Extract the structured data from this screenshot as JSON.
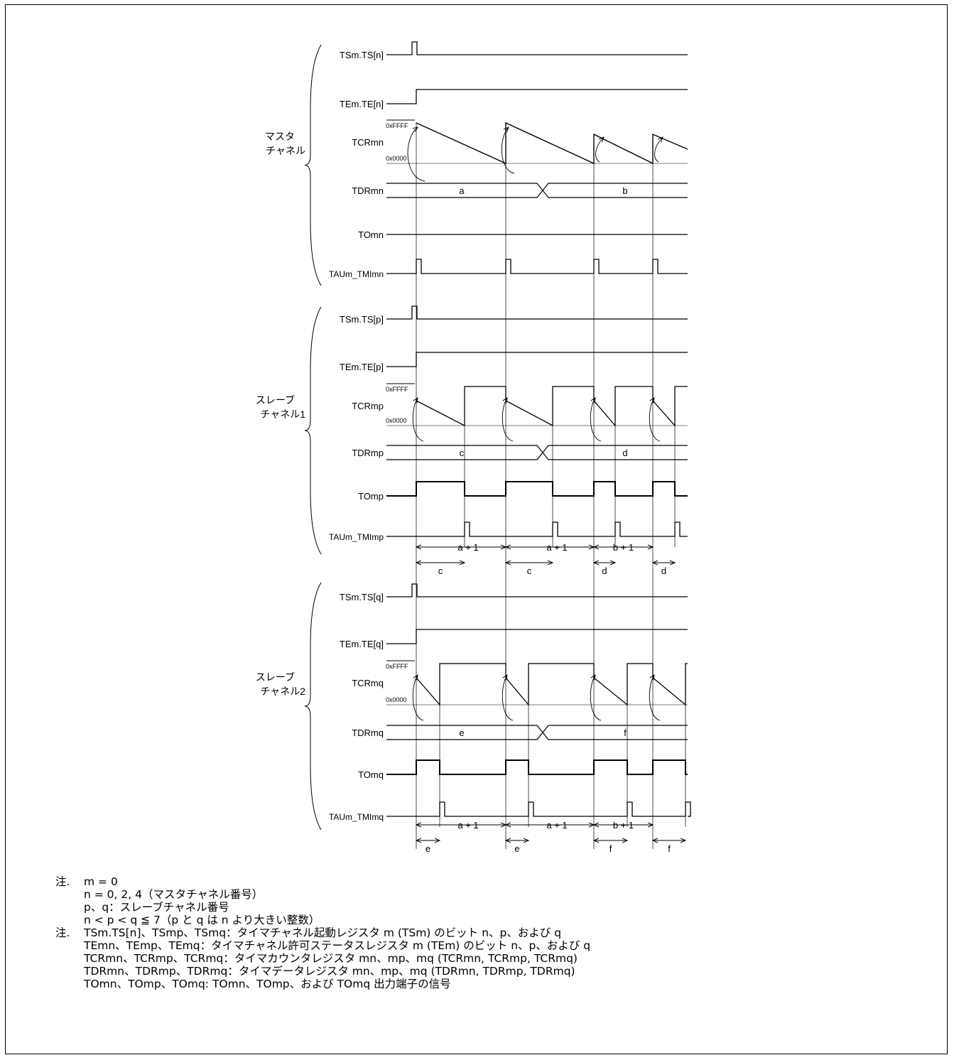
{
  "groups": [
    {
      "label_line1": "マスタ",
      "label_line2": "チャネル",
      "signals": [
        "TSm.TS[n]",
        "TEm.TE[n]",
        "TCRmn",
        "TDRmn",
        "TOmn",
        "TAUm_TMImn"
      ],
      "tdr_values": [
        "a",
        "b"
      ]
    },
    {
      "label_line1": "スレーブ",
      "label_line2": "チャネル1",
      "signals": [
        "TSm.TS[p]",
        "TEm.TE[p]",
        "TCRmp",
        "TDRmp",
        "TOmp",
        "TAUm_TMImp"
      ],
      "tdr_values": [
        "c",
        "d"
      ],
      "periods": [
        "a + 1",
        "a + 1",
        "b + 1"
      ],
      "widths": [
        "c",
        "c",
        "d",
        "d"
      ]
    },
    {
      "label_line1": "スレーブ",
      "label_line2": "チャネル2",
      "signals": [
        "TSm.TS[q]",
        "TEm.TE[q]",
        "TCRmq",
        "TDRmq",
        "TOmq",
        "TAUm_TMImq"
      ],
      "tdr_values": [
        "e",
        "f"
      ],
      "periods": [
        "a + 1",
        "a + 1",
        "b + 1"
      ],
      "widths": [
        "e",
        "e",
        "f",
        "f"
      ]
    }
  ],
  "counter_labels": {
    "max": "0xFFFF",
    "min": "0x0000"
  },
  "notes": {
    "label1": "注.",
    "block1": [
      "m = 0",
      "n = 0, 2, 4（マスタチャネル番号）",
      "p、q：スレーブチャネル番号",
      "n < p < q ≦ 7（p と q は n より大きい整数）"
    ],
    "label2": "注.",
    "block2": [
      "TSm.TS[n]、TSmp、TSmq：タイマチャネル起動レジスタ m (TSm) のビット n、p、および q",
      "TEmn、TEmp、TEmq：タイマチャネル許可ステータスレジスタ m (TEm) のビット n、p、および q",
      "TCRmn、TCRmp、TCRmq：タイマカウンタレジスタ mn、mp、mq (TCRmn, TCRmp, TCRmq)",
      "TDRmn、TDRmp、TDRmq：タイマデータレジスタ mn、mp、mq (TDRmn, TDRmp, TDRmq)",
      "TOmn、TOmp、TOmq: TOmn、TOmp、および TOmq 出力端子の信号"
    ]
  }
}
